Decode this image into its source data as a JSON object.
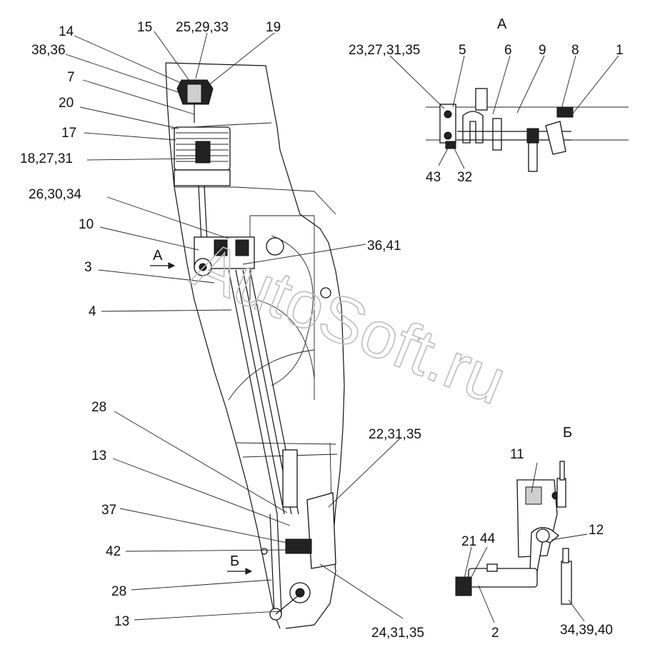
{
  "watermark": "AutoSoft.ru",
  "views": {
    "a_title": "А",
    "b_title": "Б",
    "a_arrow_label": "А",
    "b_arrow_label": "Б"
  },
  "callouts": {
    "c14": "14",
    "c15": "15",
    "c25_29_33": "25,29,33",
    "c19": "19",
    "c38_36": "38,36",
    "c7": "7",
    "c20": "20",
    "c17": "17",
    "c18_27_31": "18,27,31",
    "c26_30_34": "26,30,34",
    "c10": "10",
    "c3": "3",
    "c36_41": "36,41",
    "c4": "4",
    "c28_top": "28",
    "c13_top": "13",
    "c37": "37",
    "c42": "42",
    "c28_bot": "28",
    "c13_bot": "13",
    "c22_31_35": "22,31,35",
    "c24_31_35": "24,31,35",
    "a23_27_31_35": "23,27,31,35",
    "a5": "5",
    "a6": "6",
    "a9": "9",
    "a8": "8",
    "a1": "1",
    "a43": "43",
    "a32": "32",
    "b11": "11",
    "b12": "12",
    "b21": "21",
    "b44": "44",
    "b2": "2",
    "b34_39_40": "34,39,40"
  }
}
